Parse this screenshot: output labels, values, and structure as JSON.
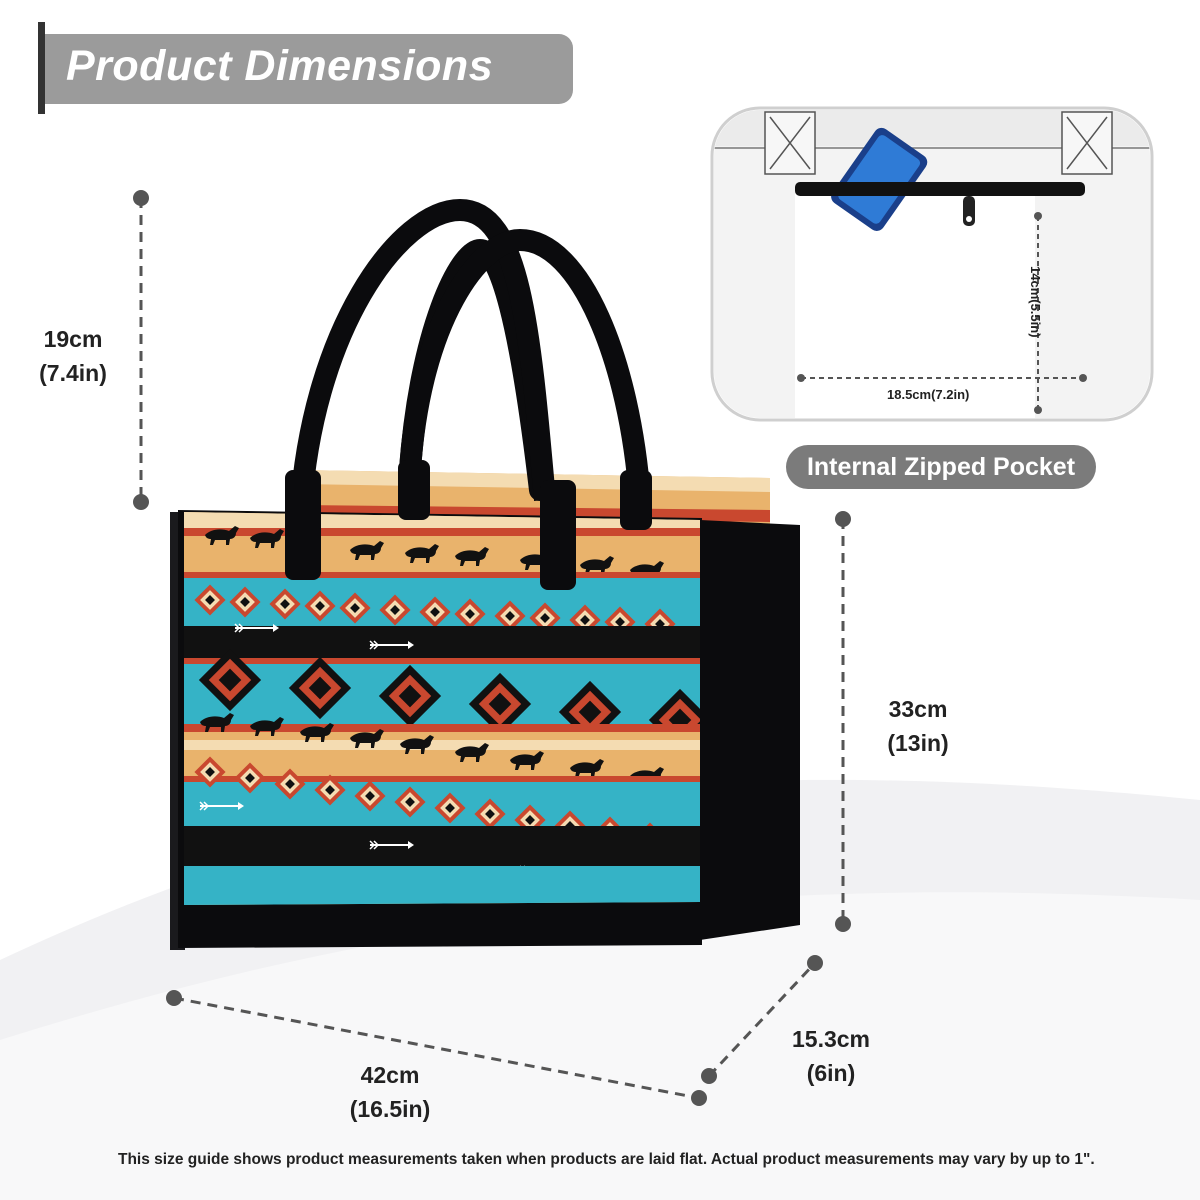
{
  "header": {
    "title": "Product Dimensions"
  },
  "dimensions": {
    "handle_drop": {
      "cm": "19cm",
      "inch": "(7.4in)"
    },
    "height": {
      "cm": "33cm",
      "inch": "(13in)"
    },
    "width": {
      "cm": "42cm",
      "inch": "(16.5in)"
    },
    "depth": {
      "cm": "15.3cm",
      "inch": "(6in)"
    }
  },
  "pocket": {
    "label": "Internal Zipped Pocket",
    "height_label": "14cm(5.5in)",
    "width_label": "18.5cm(7.2in)"
  },
  "footnote": "This size guide shows product measurements taken when products are laid flat. Actual product measurements may vary by up to 1\".",
  "colors": {
    "bag_black": "#0b0b0d",
    "turquoise": "#35b3c6",
    "tan": "#e9b36c",
    "rust": "#c9482f",
    "cream": "#f4dcb2",
    "dimension_line": "#555555",
    "label_pill": "#7b7b7b"
  },
  "icons": [
    "horse-icon",
    "arrow-icon",
    "diamond-icon",
    "zipper-icon",
    "phone-icon"
  ]
}
